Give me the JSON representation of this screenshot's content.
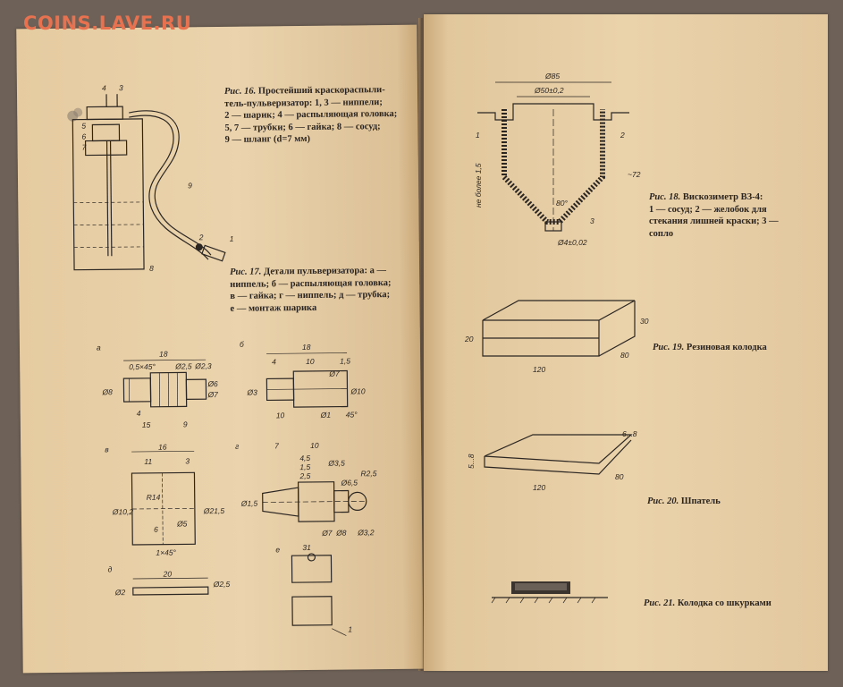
{
  "watermark": "COINS.LAVE.RU",
  "left": {
    "fig16": {
      "prefix": "Рис. 16.",
      "lines": [
        "Простейший краскораспыли-",
        "тель-пульверизатор: 1, 3 — ниппели;",
        "2 — шарик; 4 — распыляющая головка;",
        "5, 7 — трубки; 6 — гайка; 8 — сосуд;",
        "9 — шланг (d=7 мм)"
      ],
      "labels": [
        "4",
        "3",
        "5",
        "6",
        "7",
        "9",
        "8",
        "2",
        "1"
      ]
    },
    "fig17": {
      "prefix": "Рис. 17.",
      "lines": [
        "Детали пульверизатора: а —",
        "ниппель; б — распыляющая головка;",
        "в — гайка; г — ниппель; д — трубка;",
        "е — монтаж шарика"
      ],
      "parts": {
        "a": {
          "letter": "а",
          "dims": [
            "18",
            "0,5×45°",
            "Ø2,5",
            "Ø2,3",
            "Ø8",
            "Ø6",
            "Ø7",
            "4",
            "15",
            "9"
          ]
        },
        "b": {
          "letter": "б",
          "dims": [
            "18",
            "4",
            "10",
            "1,5",
            "Ø7",
            "Ø3",
            "Ø10",
            "Ø1",
            "10",
            "45°"
          ]
        },
        "v": {
          "letter": "в",
          "dims": [
            "16",
            "11",
            "3",
            "R14",
            "Ø10,2",
            "Ø21,5",
            "Ø5",
            "6",
            "1×45°"
          ]
        },
        "g": {
          "letter": "г",
          "dims": [
            "7",
            "10",
            "4,5",
            "1,5",
            "2,5",
            "Ø3,5",
            "R2,5",
            "Ø1,5",
            "Ø6,5",
            "Ø7",
            "Ø8",
            "Ø3,2",
            "31"
          ]
        },
        "d": {
          "letter": "д",
          "dims": [
            "20",
            "Ø2",
            "Ø2,5"
          ]
        },
        "e": {
          "letter": "е",
          "dims": [
            "1"
          ]
        }
      }
    }
  },
  "right": {
    "fig18": {
      "prefix": "Рис. 18.",
      "lines": [
        "Вискозиметр ВЗ-4:",
        "1 — сосуд; 2 — желобок для",
        "стекания лишней краски; 3 —",
        "сопло"
      ],
      "dims": [
        "Ø85",
        "Ø50±0,2",
        "1",
        "2",
        "~72",
        "не более 1,5",
        "80°",
        "3",
        "Ø4±0,02"
      ]
    },
    "fig19": {
      "prefix": "Рис. 19.",
      "text": "Резиновая колодка",
      "dims": [
        "20",
        "120",
        "30",
        "80"
      ]
    },
    "fig20": {
      "prefix": "Рис. 20.",
      "text": "Шпатель",
      "dims": [
        "5...8",
        "120",
        "80",
        "6...8"
      ]
    },
    "fig21": {
      "prefix": "Рис. 21.",
      "text": "Колодка со шкурками"
    }
  }
}
